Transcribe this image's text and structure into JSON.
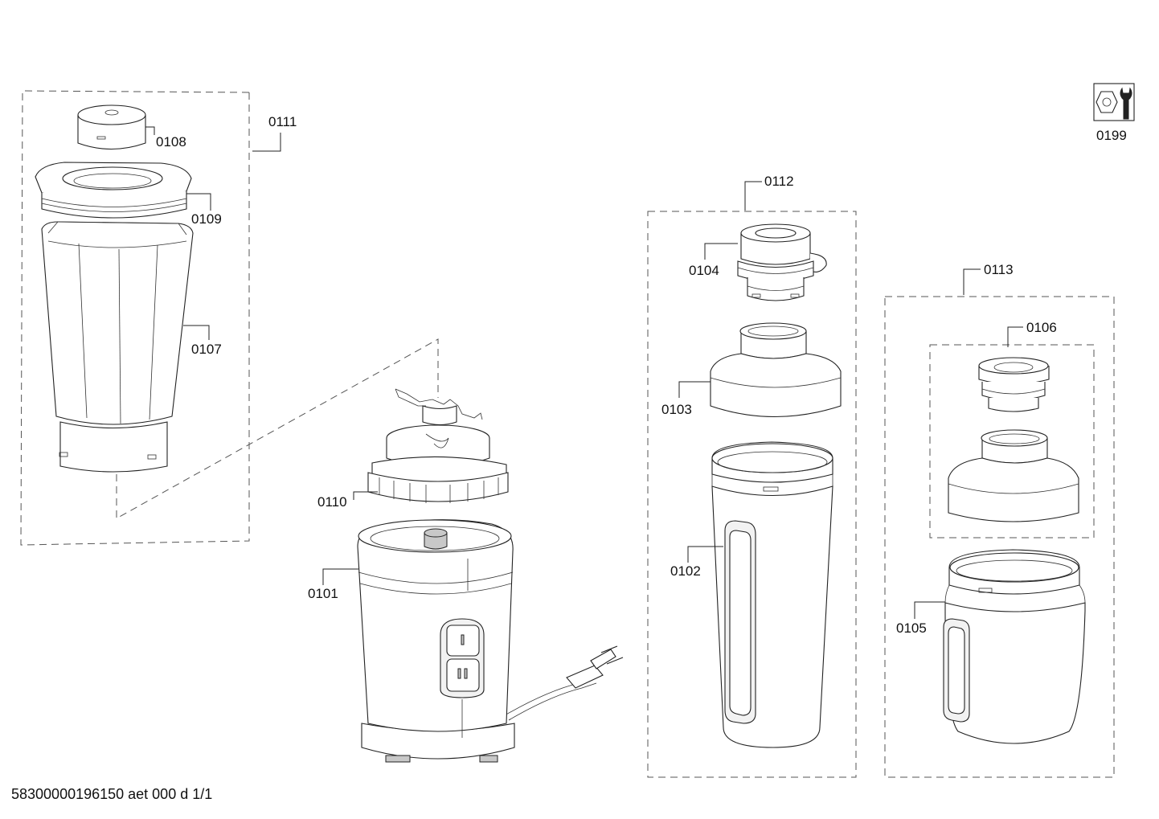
{
  "labels": {
    "p0101": "0101",
    "p0102": "0102",
    "p0103": "0103",
    "p0104": "0104",
    "p0105": "0105",
    "p0106": "0106",
    "p0107": "0107",
    "p0108": "0108",
    "p0109": "0109",
    "p0110": "0110",
    "p0111": "0111",
    "p0112": "0112",
    "p0113": "0113",
    "p0199": "0199"
  },
  "footer": {
    "document_id": "58300000196150 aet 000 d 1/1"
  },
  "icons": {
    "service": "tools-icon"
  }
}
